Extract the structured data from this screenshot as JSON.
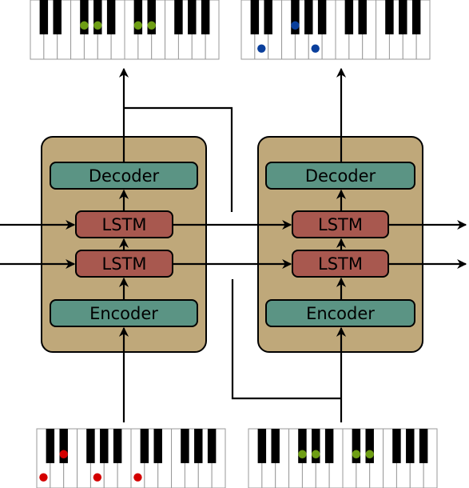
{
  "colors": {
    "panel_fill": "#bfa87a",
    "encoder_fill": "#5b9484",
    "decoder_fill": "#5b9484",
    "lstm_fill": "#a8584f",
    "white_key": "#ffffff",
    "black_key": "#000000",
    "key_outline": "#9a9a9a",
    "wire": "#000000",
    "note_red": "#d40000",
    "note_green": "#6e9e14",
    "note_blue": "#0a3f9c"
  },
  "labels": {
    "decoder": "Decoder",
    "lstm": "LSTM",
    "encoder": "Encoder"
  },
  "keyboards": {
    "input_left_notes": [
      {
        "pitch": 0,
        "color": "red"
      },
      {
        "pitch": 3,
        "color": "red"
      },
      {
        "pitch": 7,
        "color": "red"
      },
      {
        "pitch": 12,
        "color": "red"
      }
    ],
    "input_right_notes": [
      {
        "pitch": 6,
        "color": "green"
      },
      {
        "pitch": 8,
        "color": "green"
      },
      {
        "pitch": 13,
        "color": "green"
      },
      {
        "pitch": 15,
        "color": "green"
      }
    ],
    "output_left_notes": [
      {
        "pitch": 6,
        "color": "green"
      },
      {
        "pitch": 8,
        "color": "green"
      },
      {
        "pitch": 13,
        "color": "green"
      },
      {
        "pitch": 15,
        "color": "green"
      }
    ],
    "output_right_notes": [
      {
        "pitch": 2,
        "color": "blue"
      },
      {
        "pitch": 6,
        "color": "blue"
      },
      {
        "pitch": 9,
        "color": "blue"
      }
    ]
  }
}
